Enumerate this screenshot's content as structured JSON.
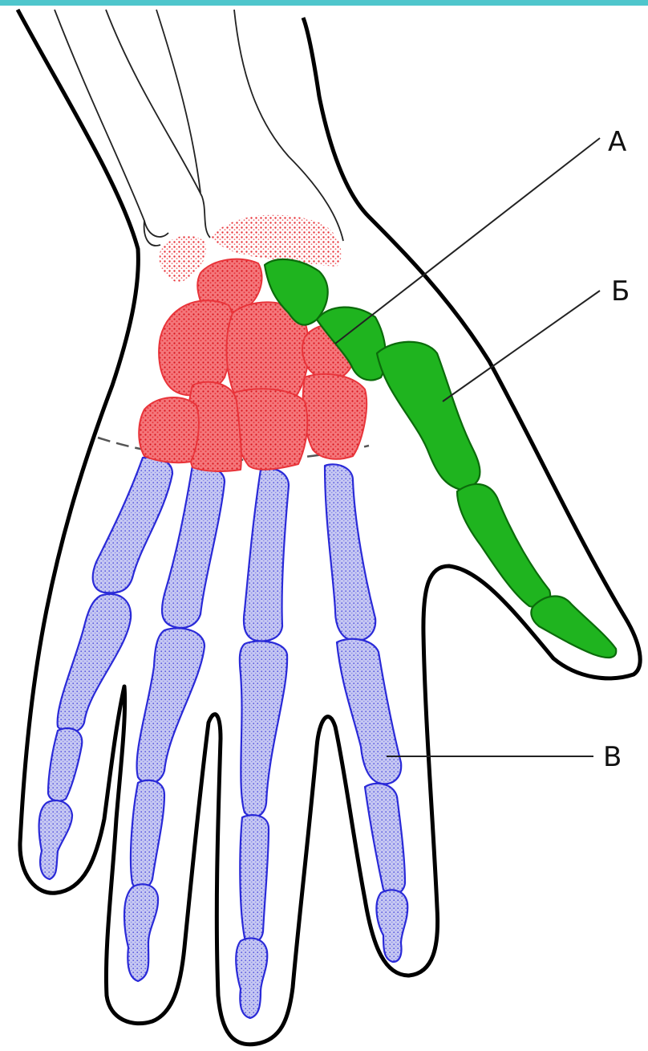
{
  "colors": {
    "top_border": "#4fc6cc",
    "outline": "#000000",
    "carpal": "#e8343a",
    "carpal_light": "#f7a3a6",
    "thumb": "#1fb41f",
    "thumb_edge": "#0b6b0b",
    "metacarpal": "#b9bbee",
    "metacarpal_edge": "#2a2ad8",
    "leader": "#222222"
  },
  "labels": {
    "a": "А",
    "b": "Б",
    "v": "В"
  }
}
